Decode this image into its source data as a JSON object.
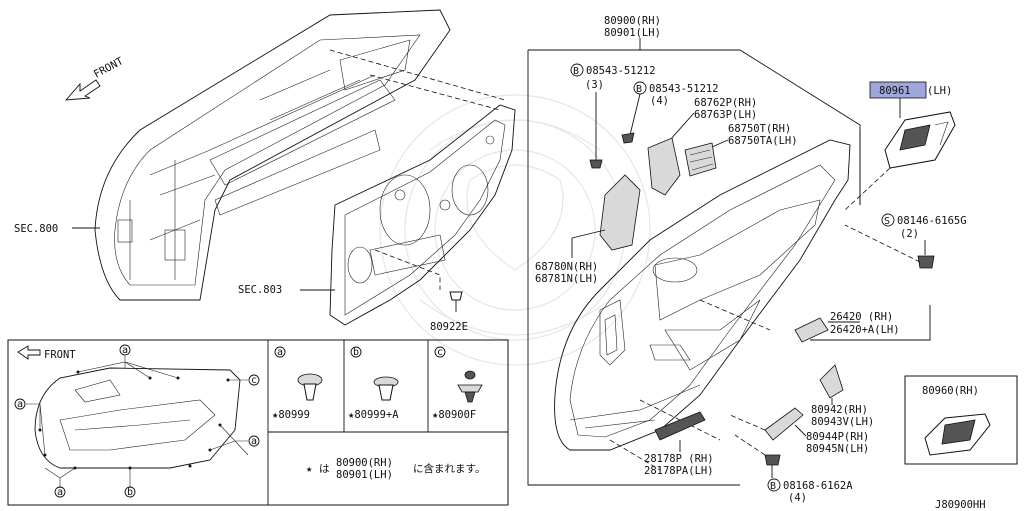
{
  "diagram": {
    "front_main": "FRONT",
    "sec_800": "SEC.800",
    "sec_803": "SEC.803",
    "p80900": "80900(RH)",
    "p80901": "80901(LH)",
    "p80961": "80961",
    "p80961_side": "(LH)",
    "p08146": "08146-6165G",
    "p08146_qty": "(2)",
    "p08543a": "08543-51212",
    "p08543a_qty": "(3)",
    "p08543b": "08543-51212",
    "p08543b_qty": "(4)",
    "p68762": "68762P(RH)",
    "p68763": "68763P(LH)",
    "p68750": "68750T(RH)",
    "p68750a": "68750TA(LH)",
    "p68780": "68780N(RH)",
    "p68781": "68781N(LH)",
    "p26420": "26420 (RH)",
    "p26420a": "26420+A(LH)",
    "p80922": "80922E",
    "p80942": "80942(RH)",
    "p80943": "80943V(LH)",
    "p80944": "80944P(RH)",
    "p80945": "80945N(LH)",
    "p28178": "28178P  (RH)",
    "p28178a": "28178PA(LH)",
    "p08168": "08168-6162A",
    "p08168_qty": "(4)",
    "p80960": "80960(RH)",
    "code": "J80900HH",
    "circ_b": "B",
    "circ_s": "S"
  },
  "legend": {
    "front": "FRONT",
    "a": "a",
    "b": "b",
    "c": "c",
    "clip_a": "★80999",
    "clip_b": "★80999+A",
    "clip_c": "★80900F",
    "note_star": "★",
    "note_wa": "は",
    "note_1": "80900(RH)",
    "note_2": "80901(LH)",
    "note_jp": "に含まれます。"
  },
  "colors": {
    "highlight": "#9fa6dc",
    "line": "#111111"
  }
}
